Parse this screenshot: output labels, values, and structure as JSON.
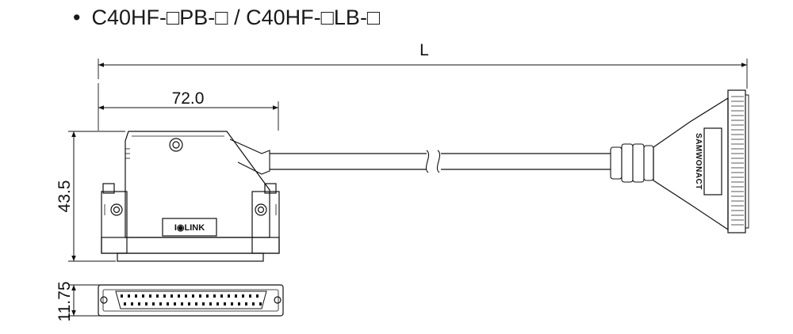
{
  "title": {
    "bullet": "•",
    "text": "C40HF-□PB-□ / C40HF-□LB-□"
  },
  "dimensions": {
    "overall_length": "L",
    "housing_width": "72.0",
    "housing_height": "43.5",
    "bottom_view_height": "11.75"
  },
  "labels": {
    "connector_logo": "I◉LINK",
    "plug_brand": "SAMWONACT"
  }
}
